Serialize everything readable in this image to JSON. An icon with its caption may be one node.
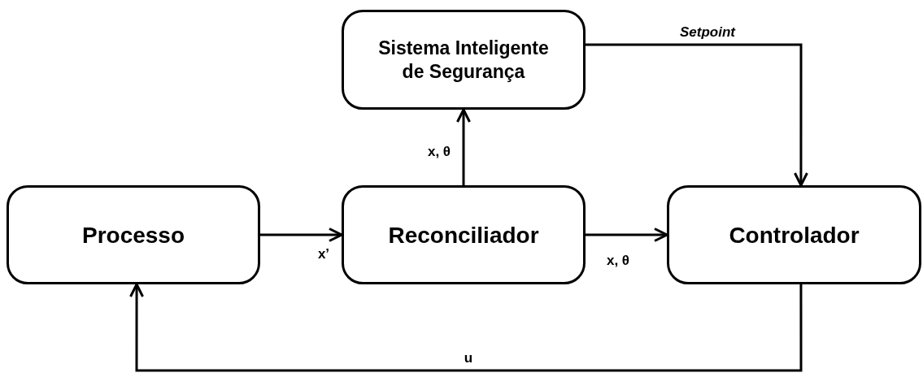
{
  "diagram": {
    "nodes": [
      {
        "text": [
          "Sistema Inteligente de Segurança"
        ]
      },
      {
        "text": [
          "Processo"
        ]
      },
      {
        "text": [
          "Reconciliador"
        ]
      },
      {
        "text": [
          "Controlador"
        ]
      }
    ],
    "edges": [
      {
        "from": 1,
        "to": 2,
        "arrow": "to",
        "label": "x’"
      },
      {
        "from": 2,
        "to": 0,
        "arrow": "to",
        "label": "x, θ"
      },
      {
        "from": 2,
        "to": 3,
        "arrow": "to",
        "label": "x, θ"
      },
      {
        "from": 0,
        "to": 3,
        "arrow": "to",
        "label": "Setpoint"
      },
      {
        "from": 3,
        "to": 1,
        "arrow": "to",
        "label": "u"
      }
    ]
  }
}
